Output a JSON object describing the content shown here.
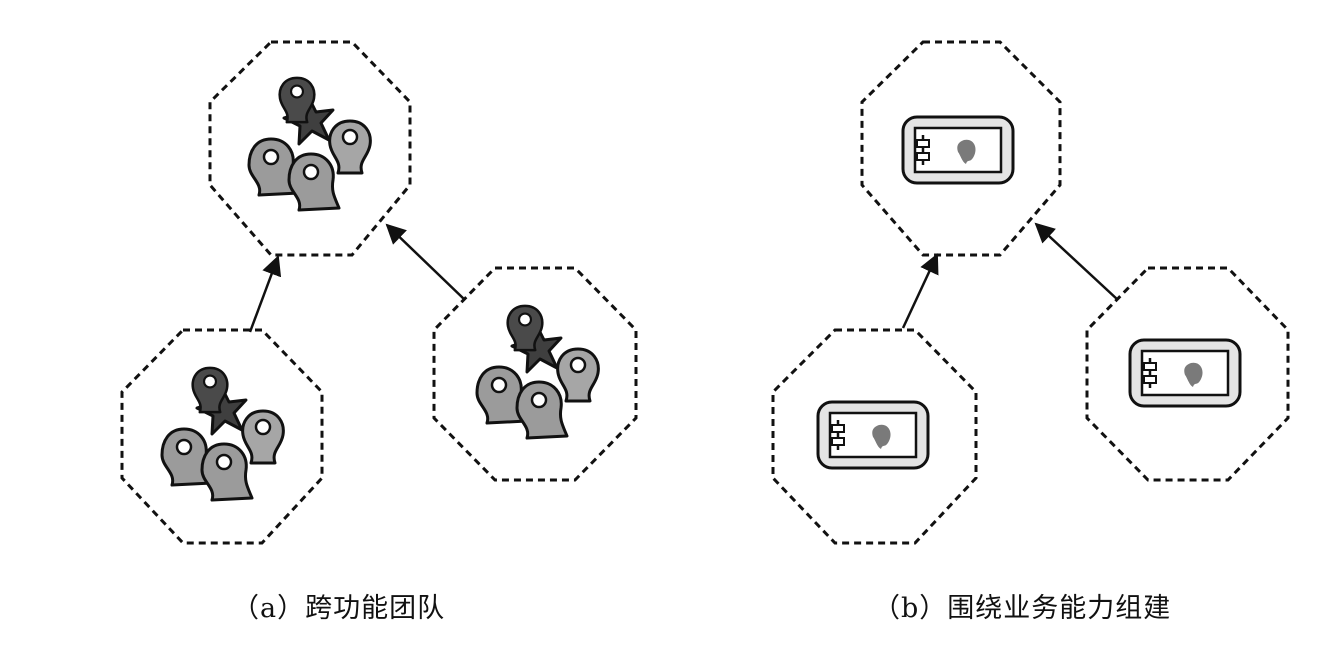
{
  "figure": {
    "caption_a": "（a）跨功能团队",
    "caption_b": "（b）围绕业务能力组建"
  },
  "panels": [
    {
      "id": "a",
      "content": "team-icon",
      "nodes": [
        "top-team",
        "bottom-left-team",
        "bottom-right-team"
      ],
      "edges": [
        {
          "from": "bottom-left-team",
          "to": "top-team"
        },
        {
          "from": "bottom-right-team",
          "to": "top-team"
        }
      ]
    },
    {
      "id": "b",
      "content": "component-icon",
      "nodes": [
        "top-component",
        "bottom-left-component",
        "bottom-right-component"
      ],
      "edges": [
        {
          "from": "bottom-left-component",
          "to": "top-component"
        },
        {
          "from": "bottom-right-component",
          "to": "top-component"
        }
      ]
    }
  ],
  "colors": {
    "boundary_stroke": "#111111",
    "person_dark": "#4a4a4a",
    "person_light": "#a6a6a6",
    "component_fill": "#e4e4e4",
    "blob_fill": "#7a7a7a"
  }
}
